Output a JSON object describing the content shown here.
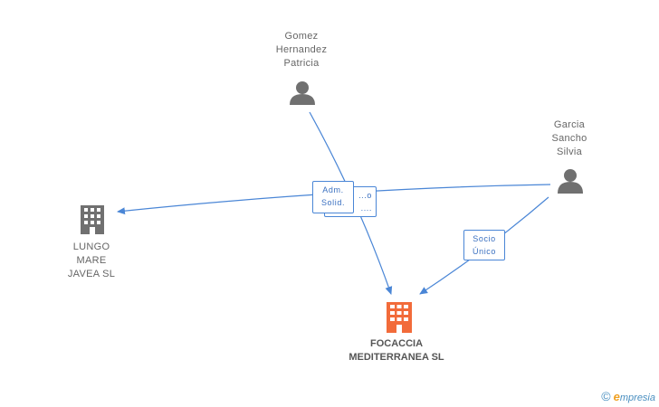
{
  "nodes": {
    "gomez": {
      "lines": [
        "Gomez",
        "Hernandez",
        "Patricia"
      ]
    },
    "garcia": {
      "lines": [
        "Garcia",
        "Sancho",
        "Silvia"
      ]
    },
    "lungo": {
      "lines": [
        "LUNGO",
        "MARE",
        "JAVEA SL"
      ]
    },
    "focaccia": {
      "lines": [
        "FOCACCIA",
        "MEDITERRANEA SL"
      ]
    }
  },
  "edges": {
    "adm": {
      "lines": [
        "Adm.",
        "Solid."
      ]
    },
    "hidden": {
      "lines": [
        "...o",
        "...."
      ]
    },
    "socio": {
      "lines": [
        "Socio",
        "Único"
      ]
    }
  },
  "footer": {
    "copyright": "©",
    "brand_initial": "e",
    "brand_rest": "mpresia"
  },
  "colors": {
    "edge": "#4a86d6",
    "person": "#707070",
    "company": "#707070",
    "focus": "#f26b3a"
  }
}
